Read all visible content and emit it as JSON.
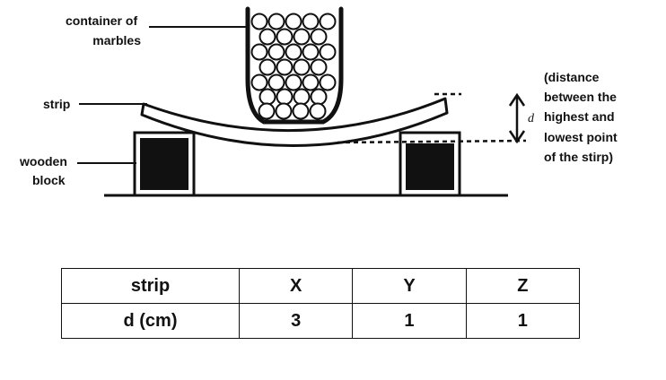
{
  "labels": {
    "container": [
      "container of",
      "marbles"
    ],
    "strip": "strip",
    "block": [
      "wooden",
      "block"
    ],
    "d_symbol": "d",
    "distance_note": [
      "(distance",
      "between the",
      "highest and",
      "lowest point",
      "of the stirp)"
    ]
  },
  "table": {
    "rows": [
      [
        "strip",
        "X",
        "Y",
        "Z"
      ],
      [
        "d (cm)",
        "3",
        "1",
        "1"
      ]
    ]
  }
}
